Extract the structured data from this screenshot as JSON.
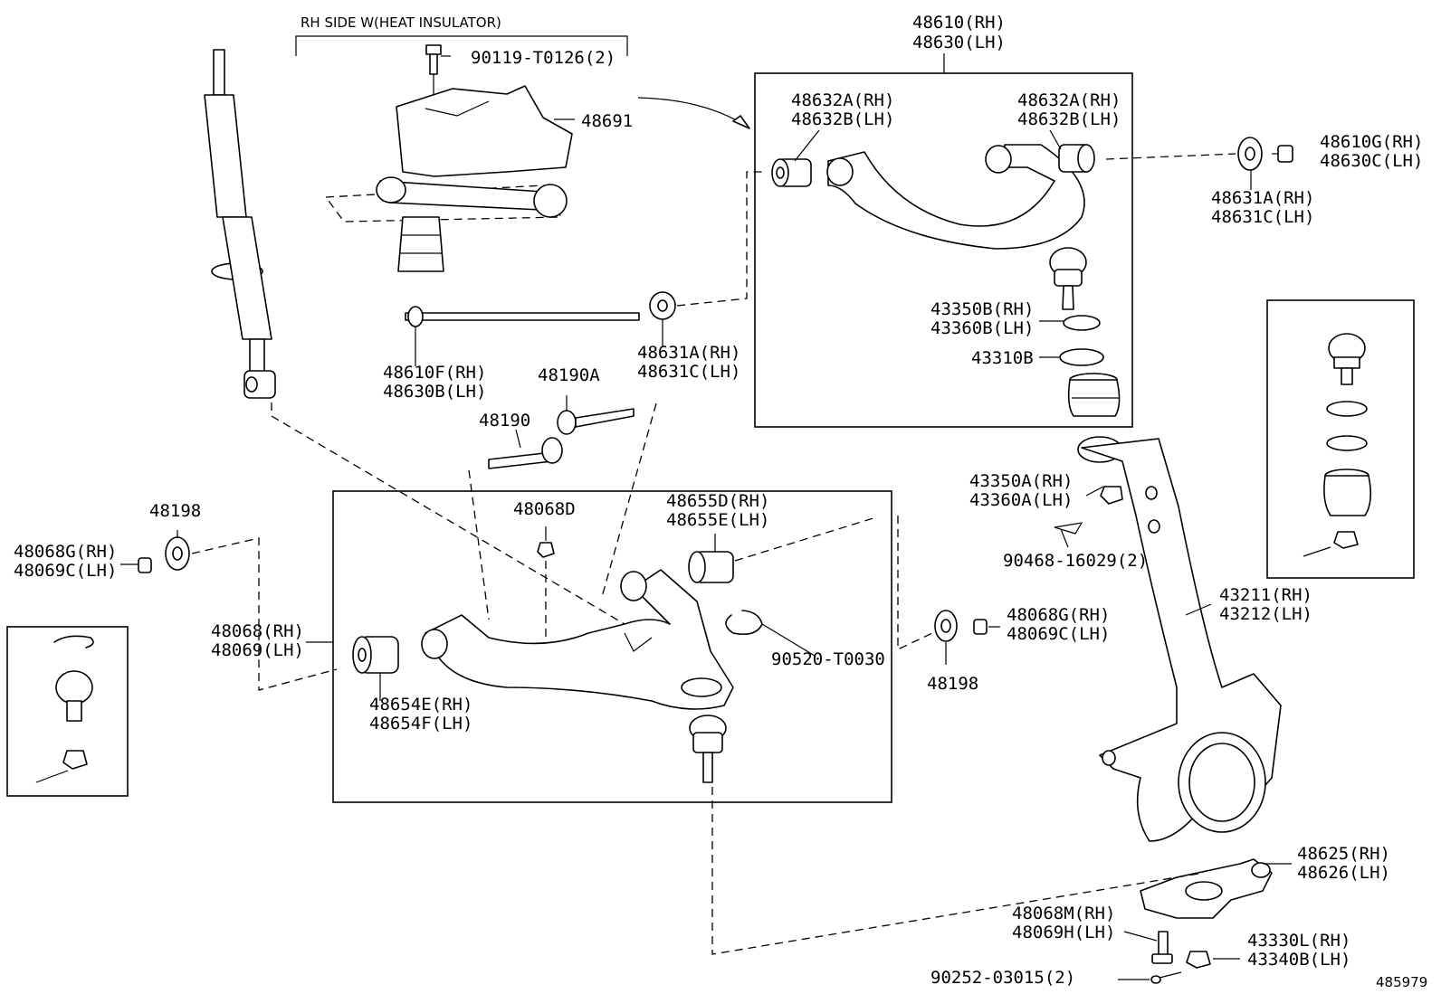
{
  "header": "RH SIDE W(HEAT INSULATOR)",
  "diagram_id": "485979",
  "labels": {
    "bolt_90119": "90119-T0126(2)",
    "insulator_48691": "48691",
    "upper_arm_rh": "48610(RH)",
    "upper_arm_lh": "48630(LH)",
    "bush_upper_front_rh": "48632A(RH)",
    "bush_upper_front_lh": "48632B(LH)",
    "bush_upper_rear_rh": "48632A(RH)",
    "bush_upper_rear_lh": "48632B(LH)",
    "nut_upper_rh": "48610G(RH)",
    "nut_upper_lh": "48630C(LH)",
    "washer_right_rh": "48631A(RH)",
    "washer_right_lh": "48631C(LH)",
    "ring_upper_rh": "43350B(RH)",
    "ring_upper_lh": "43360B(LH)",
    "ring_43310b": "43310B",
    "shaft_rh": "48610F(RH)",
    "shaft_lh": "48630B(LH)",
    "washer_shaft_rh": "48631A(RH)",
    "washer_shaft_lh": "48631C(LH)",
    "bolt_48190a": "48190A",
    "bolt_48190": "48190",
    "cam_left": "48198",
    "nut_left_rh": "48068G(RH)",
    "nut_left_lh": "48069C(LH)",
    "lower_arm_rh": "48068(RH)",
    "lower_arm_lh": "48069(LH)",
    "nut_48068d": "48068D",
    "bush_lower_rear_rh": "48655D(RH)",
    "bush_lower_rear_lh": "48655E(LH)",
    "ring_90520": "90520-T0030",
    "bush_lower_front_rh": "48654E(RH)",
    "bush_lower_front_lh": "48654F(LH)",
    "nut_knuckle_rh": "43350A(RH)",
    "nut_knuckle_lh": "43360A(LH)",
    "pin_90468": "90468-16029(2)",
    "cam_right": "48198",
    "nut_right_rh": "48068G(RH)",
    "nut_right_lh": "48069C(LH)",
    "knuckle_rh": "43211(RH)",
    "knuckle_lh": "43212(LH)",
    "plate_rh": "48625(RH)",
    "plate_lh": "48626(LH)",
    "bolt_bottom_rh": "48068M(RH)",
    "bolt_bottom_lh": "48069H(LH)",
    "nut_bottom_rh": "43330L(RH)",
    "nut_bottom_lh": "43340B(LH)",
    "pin_90252": "90252-03015(2)"
  }
}
